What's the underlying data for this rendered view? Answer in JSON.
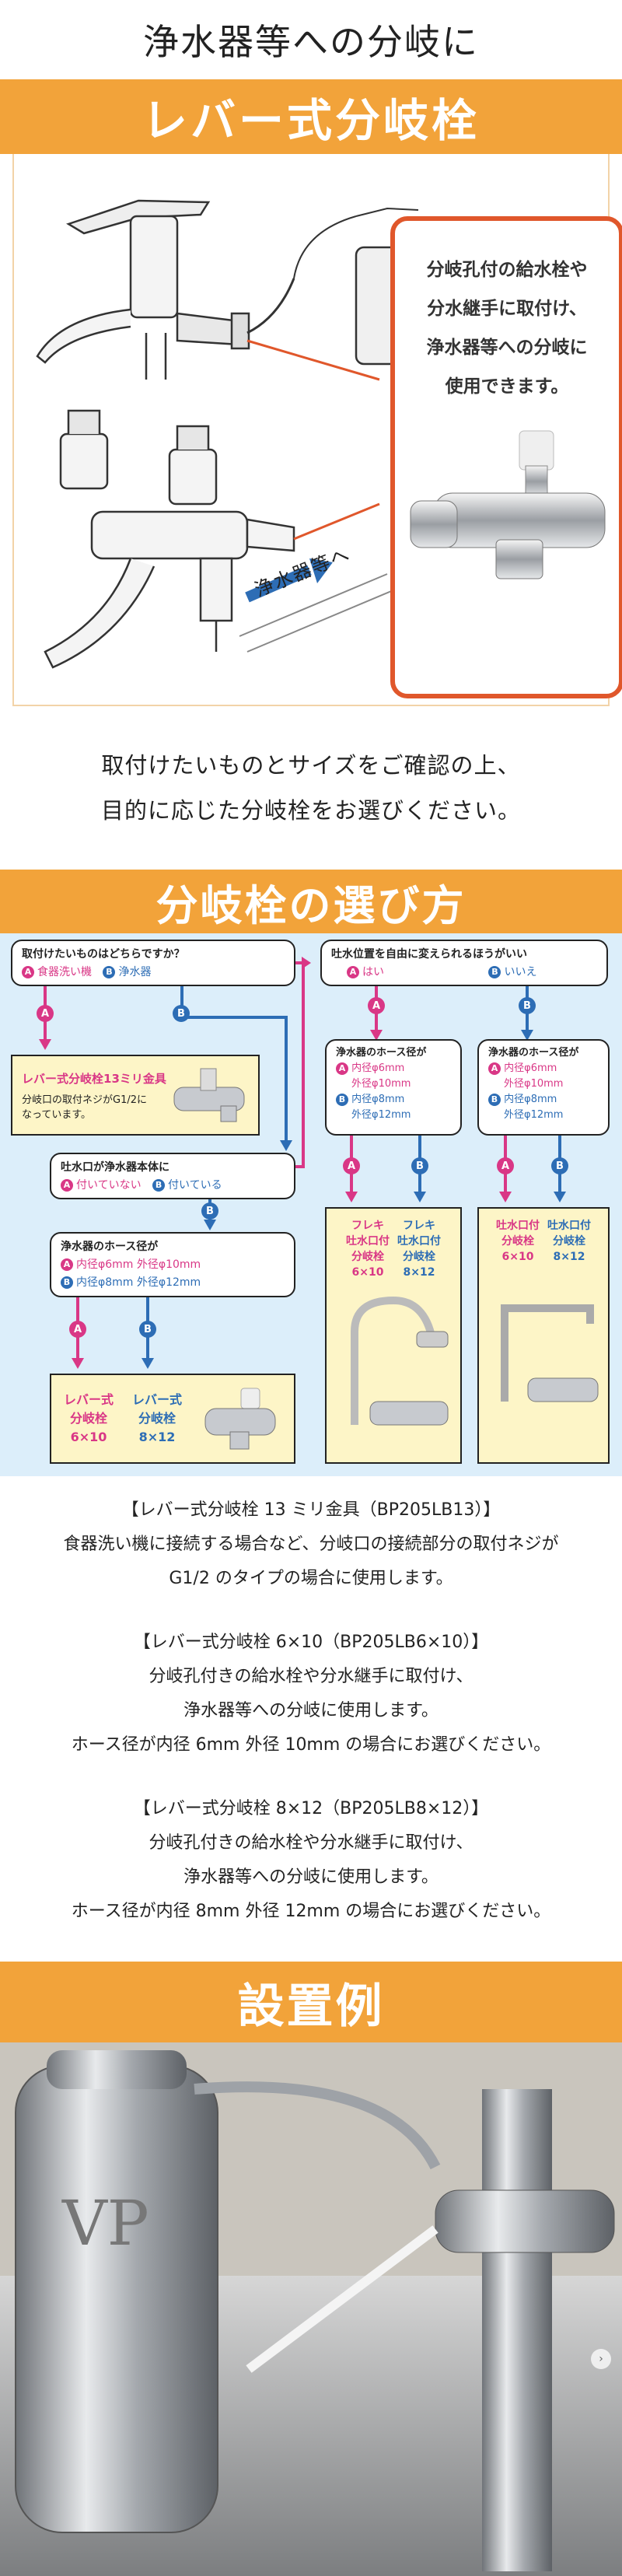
{
  "header": {
    "top_title": "浄水器等への分岐に",
    "band_title": "レバー式分岐栓"
  },
  "lever_panel": {
    "callout_text": "分岐孔付の給水栓や\n分水継手に取付け、\n浄水器等への分岐に\n使用できます。",
    "arrow_label": "浄水器等へ"
  },
  "intro": {
    "line1": "取付けたいものとサイズをご確認の上、",
    "line2": "目的に応じた分岐栓をお選びください。"
  },
  "choose": {
    "band_title": "分岐栓の選び方",
    "q1": {
      "question": "取付けたいものはどちらですか？",
      "a_label": "食器洗い機",
      "b_label": "浄水器"
    },
    "result_13": {
      "title": "レバー式分岐栓13ミリ金具",
      "note": "分岐口の取付ネジがG1/2に",
      "note2": "なっています。"
    },
    "q2": {
      "question": "吐水口が浄水器本体に",
      "a_label": "付いていない",
      "b_label": "付いている"
    },
    "q3": {
      "question": "浄水器のホース径が",
      "a_label": "内径φ6mm 外径φ10mm",
      "b_label": "内径φ8mm 外径φ12mm"
    },
    "res_left": {
      "a": "レバー式\n分岐栓\n6×10",
      "b": "レバー式\n分岐栓\n8×12"
    },
    "q4": {
      "question": "吐水位置を自由に変えられるほうがいい",
      "a_label": "はい",
      "b_label": "いいえ"
    },
    "q5a": {
      "question": "浄水器のホース径が",
      "a1": "内径φ6mm",
      "a2": "外径φ10mm",
      "b1": "内径φ8mm",
      "b2": "外径φ12mm"
    },
    "q5b": {
      "question": "浄水器のホース径が",
      "a1": "内径φ6mm",
      "a2": "外径φ10mm",
      "b1": "内径φ8mm",
      "b2": "外径φ12mm"
    },
    "res_flex": {
      "a": "フレキ\n吐水口付\n分岐栓\n6×10",
      "b": "フレキ\n吐水口付\n分岐栓\n8×12"
    },
    "res_spout": {
      "a": "吐水口付\n分岐栓\n6×10",
      "b": "吐水口付\n分岐栓\n8×12"
    },
    "badge_a": "A",
    "badge_b": "B"
  },
  "descriptions": [
    {
      "title": "【レバー式分岐栓 13 ミリ金具（BP205LB13）】",
      "lines": [
        "食器洗い機に接続する場合など、分岐口の接続部分の取付ネジが",
        "G1/2 のタイプの場合に使用します。"
      ]
    },
    {
      "title": "【レバー式分岐栓 6×10（BP205LB6×10）】",
      "lines": [
        "分岐孔付きの給水栓や分水継手に取付け、",
        "浄水器等への分岐に使用します。",
        "ホース径が内径 6mm 外径 10mm の場合にお選びください。"
      ]
    },
    {
      "title": "【レバー式分岐栓 8×12（BP205LB8×12）】",
      "lines": [
        "分岐孔付きの給水栓や分水継手に取付け、",
        "浄水器等への分岐に使用します。",
        "ホース径が内径 8mm 外径 12mm の場合にお選びください。"
      ]
    }
  ],
  "install": {
    "band_title": "設置例",
    "product_text": "VP"
  },
  "colors": {
    "orange": "#f2a33a",
    "callout_border": "#e0572b",
    "pink": "#d93786",
    "blue": "#2d6db5",
    "flow_bg": "#dceefa",
    "answer_bg": "#fdf5c7"
  }
}
